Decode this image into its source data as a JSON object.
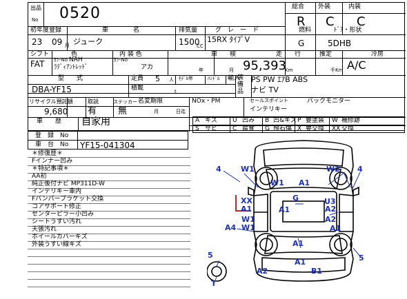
{
  "header": {
    "lot_label_1": "出品",
    "lot_label_2": "No",
    "lot_no": "0520",
    "grade_labels": [
      "総合",
      "外装",
      "内装"
    ],
    "grades": [
      "R",
      "C",
      "C"
    ]
  },
  "row1": {
    "first_reg_label": "初年度登録",
    "car_name_label": "車　　　　名",
    "displacement_label": "排気量",
    "grade_label": "グ　レ　ー　ド",
    "fuel_label": "燃料",
    "door_label": "ﾄﾞｱ・形状",
    "year": "23",
    "month": "09",
    "month_unit": "月",
    "car_name": "ジューク",
    "displacement": "1500",
    "cc": "CC",
    "grade": "15RX ﾀｲﾌﾟV",
    "fuel": "G",
    "door_shape": "5DHB"
  },
  "row2": {
    "shift_label": "シフト",
    "color_label": "色",
    "interior_label": "内 装 色",
    "inspection_label": "車　　検",
    "mileage_label": "走　　行",
    "estimate_label": "推定",
    "ac_label": "冷房",
    "shift": "FAT",
    "color_no_label": "ｶﾗｰNo",
    "color_no": "NAH",
    "color_name": "ﾗﾃﾞｨｱﾝﾄﾚｯﾄﾞ",
    "int_color_no_label": "ｶﾗｰNo",
    "int_color": "アカ",
    "year_unit": "年",
    "month_unit": "月",
    "mileage": "95,393",
    "km": "Km",
    "est_unit": "千Km",
    "ac": "A/C"
  },
  "row3": {
    "model_label": "型　　式",
    "capacity_label": "定員",
    "capacity": "5",
    "person_unit": "人",
    "model_year_label": "ﾓﾃﾞﾙ年",
    "handle_label": "ﾊﾝﾄﾞﾙ",
    "import_label": "輸入",
    "equip_label_1": "装",
    "equip_label_2": "備",
    "equip_label_3": "品",
    "model": "DBA-YF15",
    "load_label": "積載",
    "load_unit": "t",
    "equipment_1": "PS PW ｴｱB ABS",
    "equipment_2": "ナビ TV"
  },
  "row4": {
    "recycle_label": "リサイクル預託額",
    "manual_label": "取説",
    "sticker_label": "ステッカー",
    "name_change_label": "名変期限",
    "nox_label": "NOx・PM",
    "sales_point_label": "セールスポイント",
    "recycle": "9,680",
    "manual": "有",
    "sticker": "無",
    "month_unit": "月",
    "date_unit": "日迄",
    "sales_1": "インテリキー",
    "sales_2": "バックモニター"
  },
  "history": {
    "history_label": "車　　歴",
    "history": "自家用",
    "reg_label": "登　録　No",
    "chassis_label": "車　台　No",
    "chassis": "YF15-041304"
  },
  "legend": [
    [
      "A",
      "キズ"
    ],
    [
      "U",
      "凹み"
    ],
    [
      "B",
      "凹&キズ"
    ],
    [
      "P",
      "要塗装"
    ],
    [
      "W",
      "補修跡"
    ],
    [
      "S",
      "サビ"
    ],
    [
      "C",
      "腐食"
    ],
    [
      "G",
      "飛石傷"
    ],
    [
      "X",
      "要交換"
    ],
    [
      "XX",
      "交換"
    ]
  ],
  "notes": [
    "＊修復歴＊",
    "Fインナー凹み",
    "＊特記事項＊",
    "AA初",
    "純正後付ナビ MP311D-W",
    "インテリキー車内",
    "Fバンパーブラケット交換",
    "コアサポート修正",
    "センターピラー小凹み",
    "シートうすい汚れ",
    "天張汚れ",
    "ホイールカバーキズ",
    "外装うすい線キズ"
  ],
  "marks": {
    "m4a": "4",
    "w1a": "W1",
    "w1b": "W1",
    "a1a": "A1",
    "w2": "W2",
    "m4b": "4",
    "xx": "XX",
    "a1b": "A1",
    "g": "G",
    "u3": "U3",
    "a2a": "A2",
    "w1c": "W1",
    "a1c": "A1",
    "a2b": "A2",
    "a4": "A4",
    "w1d": "W1",
    "a1d": "A1",
    "a1e": "A1",
    "a1f": "A1",
    "m5a": "5",
    "m5b": "5",
    "a2c": "A2",
    "b1": "B1",
    "t": "T"
  }
}
